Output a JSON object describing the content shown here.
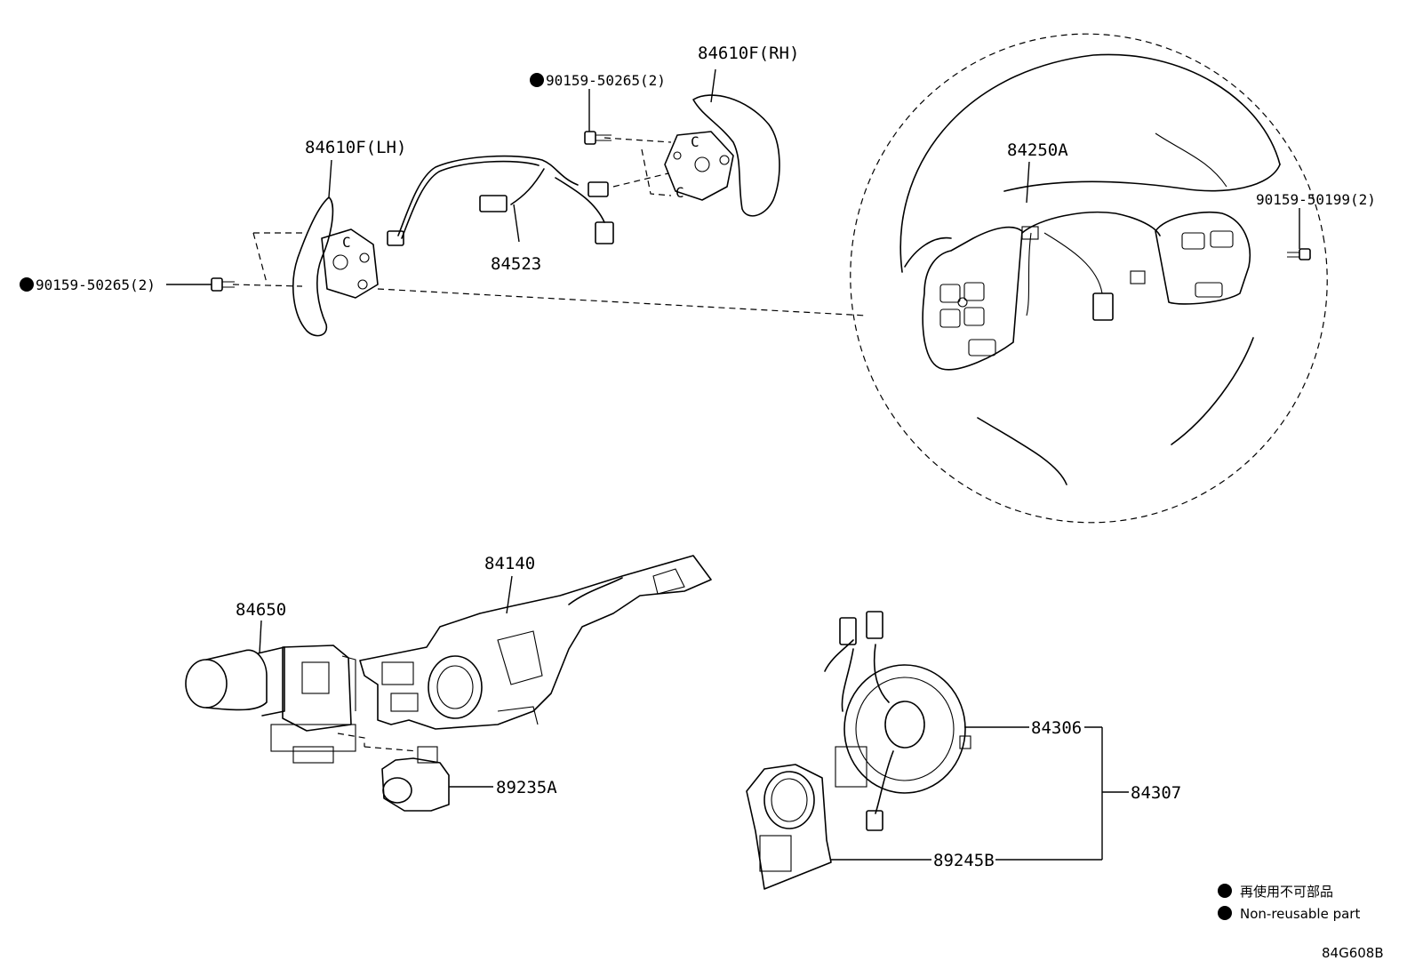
{
  "labels": {
    "paddle_rh": "84610F(RH)",
    "paddle_lh": "84610F(LH)",
    "bolt_top": "90159-50265(2)",
    "bolt_left": "90159-50265(2)",
    "bolt_right": "90159-50199(2)",
    "harness": "84523",
    "wheel_switch": "84250A",
    "combo_switch": "84140",
    "wiper_switch": "84650",
    "sub_switch": "89235A",
    "spiral_cable": "84306",
    "spiral_assy": "84307",
    "steering_sensor": "89245B"
  },
  "legend": {
    "jp": "再使用不可部品",
    "en": "Non-reusable part"
  },
  "diagram_code": "84G608B"
}
